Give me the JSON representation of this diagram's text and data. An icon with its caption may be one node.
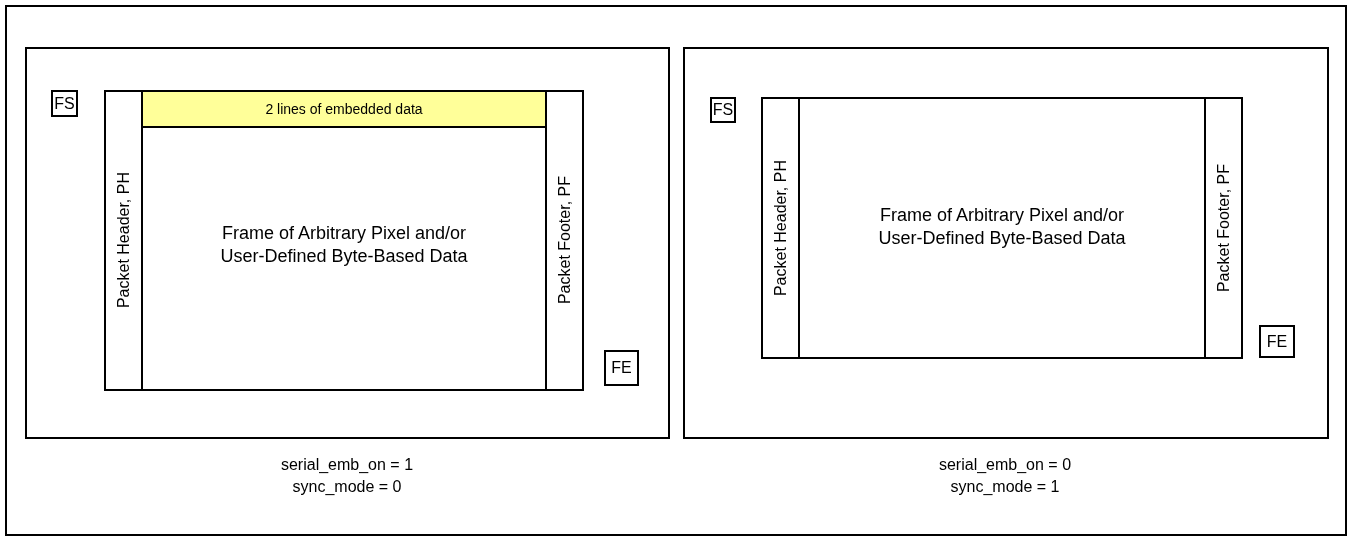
{
  "diagram": {
    "nodes": [
      {
        "text": [],
        "shape": "box",
        "beside": [
          "serial_emb_on = 1",
          "sync_mode = 0"
        ]
      },
      {
        "text": [
          "FS"
        ],
        "in": 0
      },
      {
        "text": [
          "Packet Header, PH"
        ],
        "in": 0
      },
      {
        "text": [
          "Frame of Arbitrary Pixel and/or User-Defined Byte-Based Data"
        ],
        "in": 0
      },
      {
        "text": [
          "2 lines of embedded data"
        ],
        "in": 3
      },
      {
        "text": [
          "Packet Footer, PF"
        ],
        "in": 0
      },
      {
        "text": [
          "FE"
        ],
        "in": 0
      },
      {
        "text": [],
        "shape": "box",
        "beside": [
          "serial_emb_on = 0",
          "sync_mode = 1"
        ]
      },
      {
        "text": [
          "FS"
        ],
        "in": 7
      },
      {
        "text": [
          "Packet Header, PH"
        ],
        "in": 7
      },
      {
        "text": [
          "Frame of Arbitrary Pixel and/or User-Defined Byte-Based Data"
        ],
        "in": 7
      },
      {
        "text": [
          "Packet Footer, PF"
        ],
        "in": 7
      },
      {
        "text": [
          "FE"
        ],
        "in": 7
      }
    ],
    "edges": []
  }
}
